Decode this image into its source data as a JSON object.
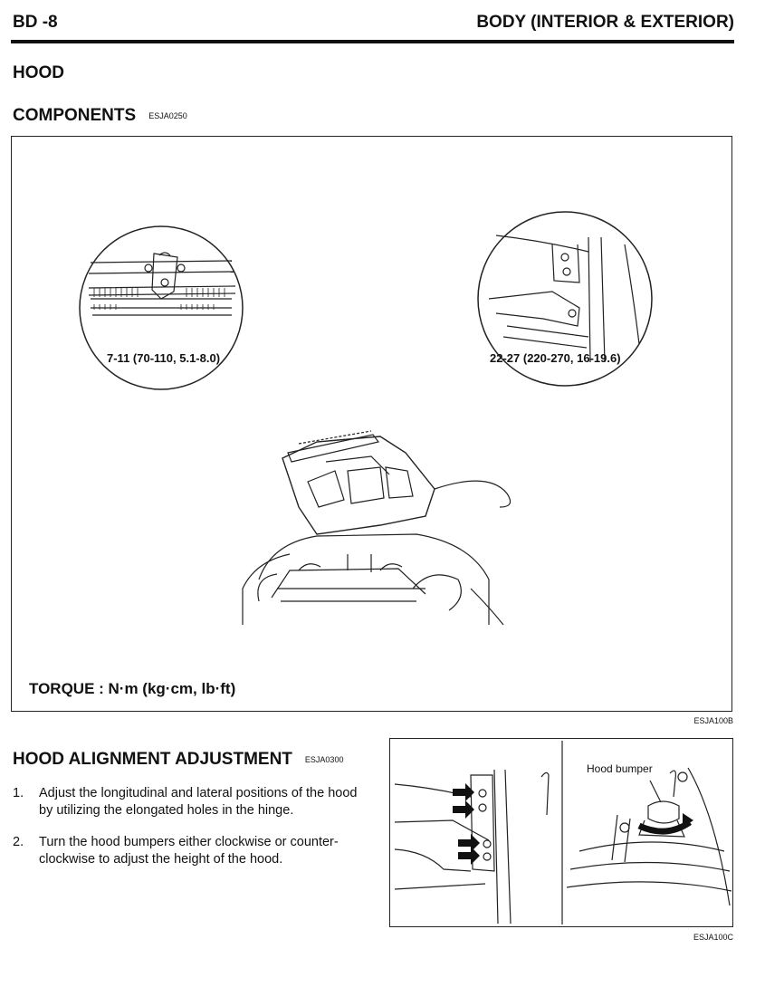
{
  "header": {
    "section_code": "BD -8",
    "chapter_title": "BODY (INTERIOR & EXTERIOR)"
  },
  "hood_title": "HOOD",
  "components": {
    "title": "COMPONENTS",
    "code": "ESJA0250",
    "torque_left": "7-11 (70-110, 5.1-8.0)",
    "torque_right": "22-27 (220-270, 16-19.6)",
    "torque_units": "TORQUE : N·m (kg·cm, lb·ft)",
    "figure_code": "ESJA100B"
  },
  "alignment": {
    "title": "HOOD ALIGNMENT ADJUSTMENT",
    "code": "ESJA0300",
    "steps": [
      {
        "num": "1.",
        "text": "Adjust the longitudinal and lateral positions of the hood by utilizing the elongated holes in the hinge."
      },
      {
        "num": "2.",
        "text": "Turn the hood bumpers either clockwise or counter-clockwise to adjust the height of the hood."
      }
    ],
    "bumper_label": "Hood bumper",
    "figure_code": "ESJA100C"
  }
}
